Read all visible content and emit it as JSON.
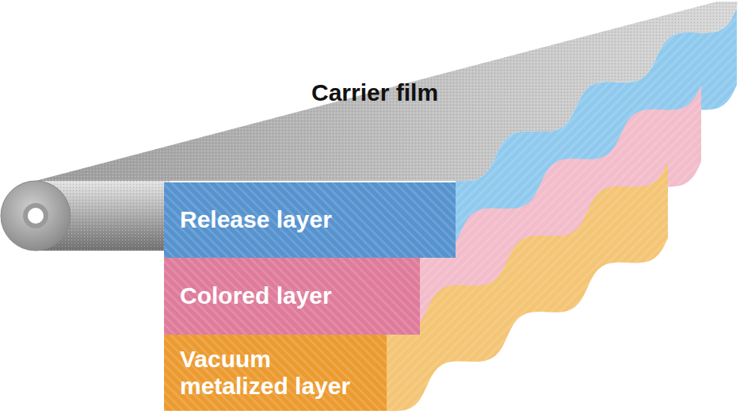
{
  "diagram": {
    "nodes": [
      {
        "text": [
          "Carrier film"
        ]
      },
      {
        "text": [
          "Release layer"
        ]
      },
      {
        "text": [
          "Colored layer"
        ]
      },
      {
        "text": [
          "Vacuum metalized layer"
        ]
      }
    ]
  }
}
